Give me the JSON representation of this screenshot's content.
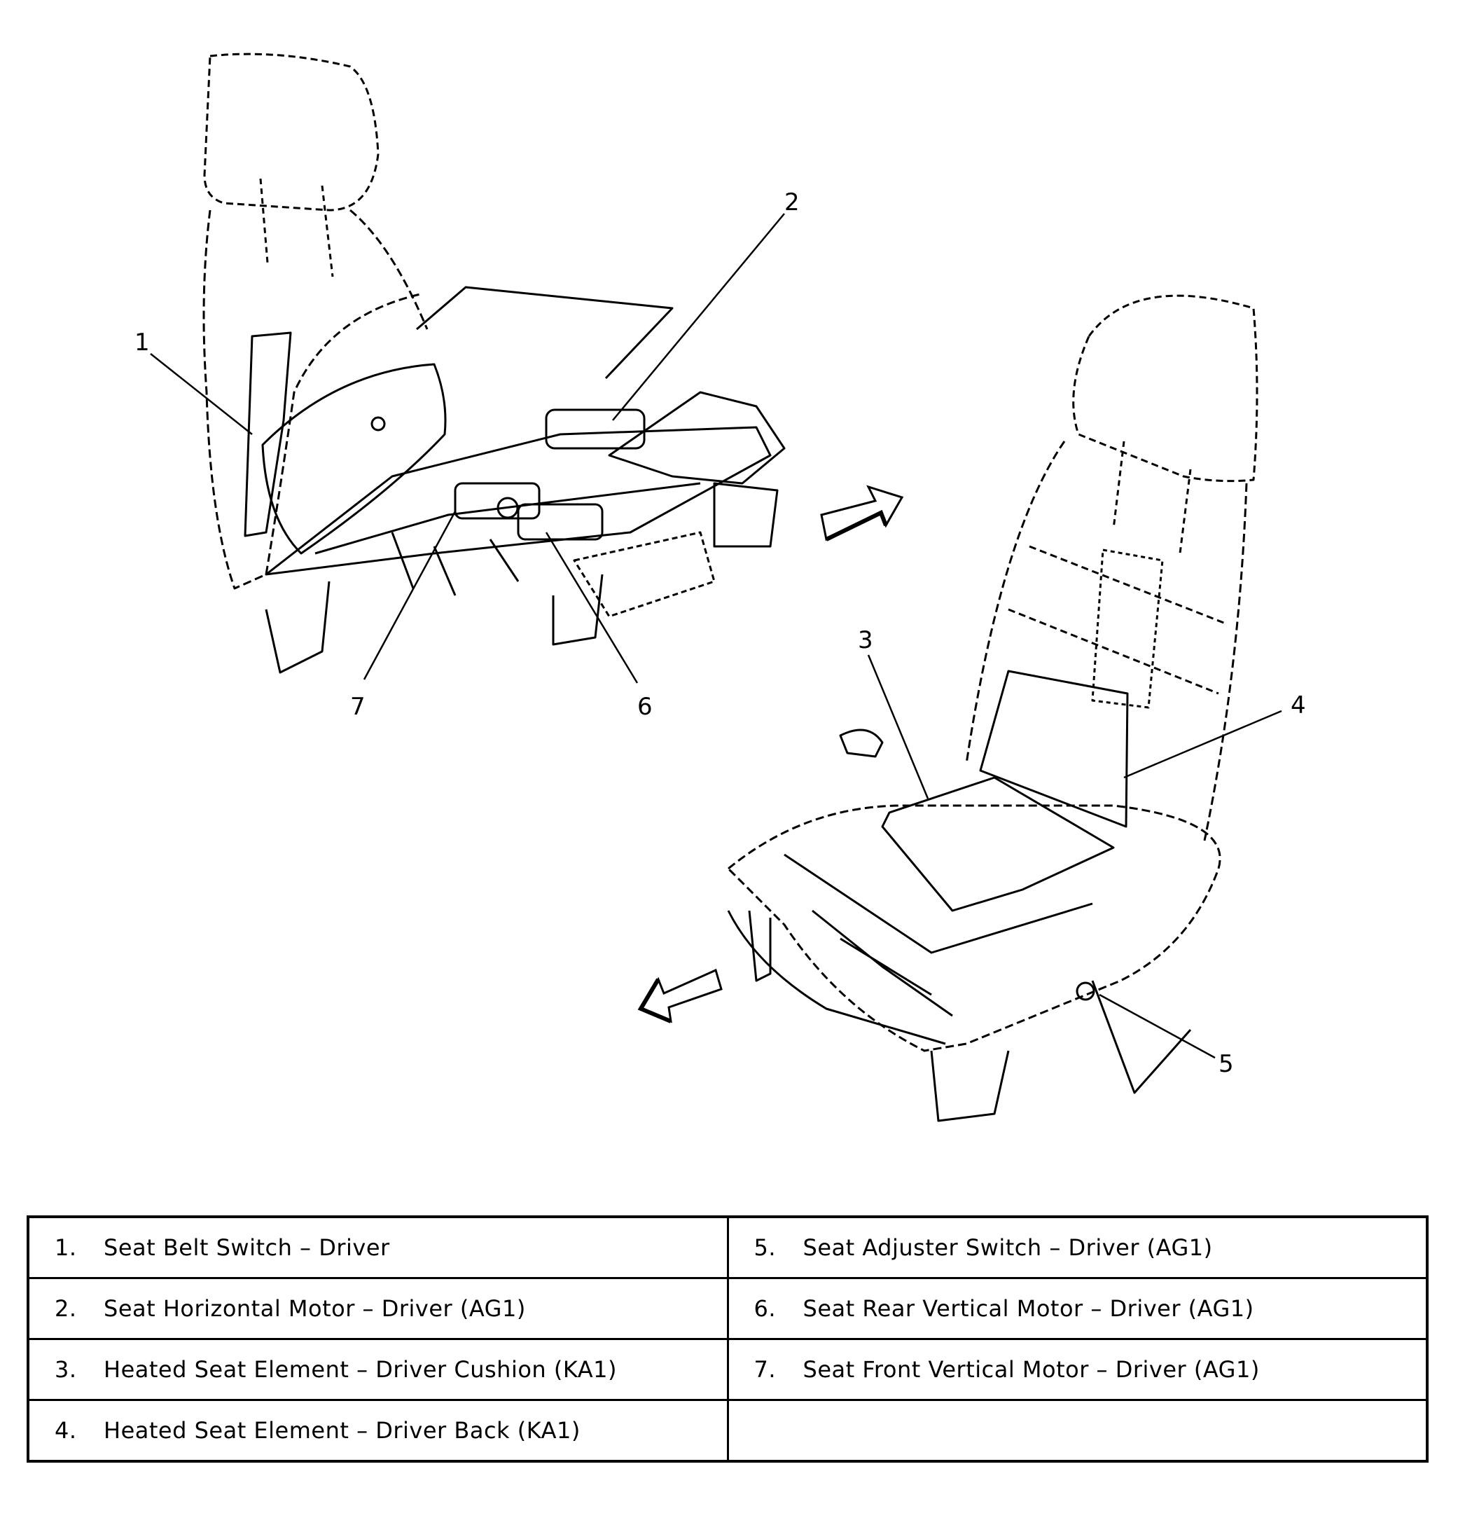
{
  "callouts": [
    "1",
    "2",
    "3",
    "4",
    "5",
    "6",
    "7"
  ],
  "legend": [
    [
      {
        "num": "1.",
        "text": "Seat Belt Switch – Driver"
      },
      {
        "num": "5.",
        "text": "Seat Adjuster Switch – Driver (AG1)"
      }
    ],
    [
      {
        "num": "2.",
        "text": "Seat Horizontal Motor – Driver (AG1)"
      },
      {
        "num": "6.",
        "text": "Seat Rear Vertical Motor – Driver (AG1)"
      }
    ],
    [
      {
        "num": "3.",
        "text": "Heated Seat Element – Driver Cushion (KA1)"
      },
      {
        "num": "7.",
        "text": "Seat Front Vertical Motor – Driver (AG1)"
      }
    ],
    [
      {
        "num": "4.",
        "text": "Heated Seat Element – Driver Back (KA1)"
      },
      {
        "num": "",
        "text": ""
      }
    ]
  ]
}
